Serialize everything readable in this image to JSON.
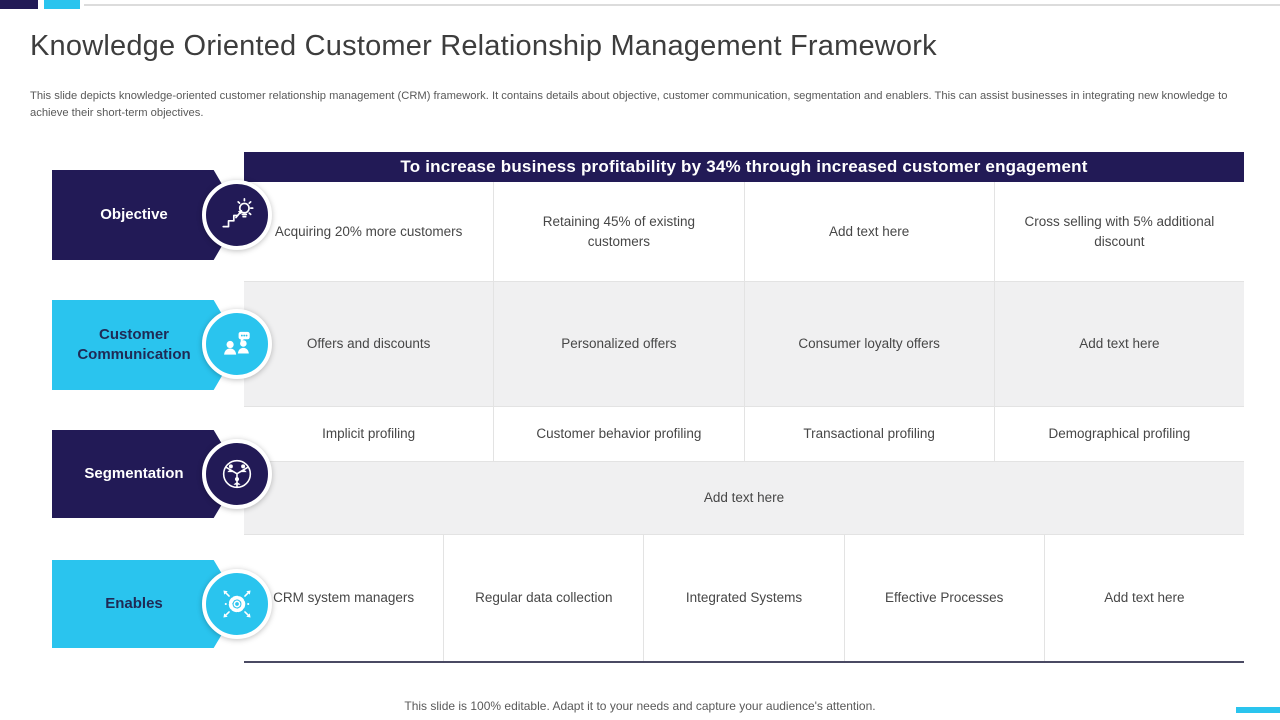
{
  "slide": {
    "title": "Knowledge Oriented Customer Relationship Management Framework",
    "description": "This slide depicts knowledge-oriented customer relationship management (CRM) framework. It contains details about objective, customer communication, segmentation and enablers. This can assist businesses in integrating new knowledge to achieve their short-term objectives.",
    "footer": "This slide is 100% editable. Adapt it to your needs and capture your audience's attention."
  },
  "colors": {
    "navy": "#221a56",
    "cyan": "#2ac4ee",
    "alt_row_bg": "#f0f0f1",
    "grid_line": "#e3e3e3",
    "table_bottom_border": "#4a4a63"
  },
  "banner": {
    "text": "To increase business profitability by 34% through increased customer engagement"
  },
  "rows": [
    {
      "label": "Objective",
      "icon": "bulb-growth-icon",
      "color": "navy",
      "cells": [
        "Acquiring 20% more customers",
        "Retaining 45% of existing customers",
        "Add text here",
        "Cross selling with 5% additional discount"
      ]
    },
    {
      "label": "Customer Communication",
      "icon": "people-chat-icon",
      "color": "cyan",
      "cells": [
        "Offers and discounts",
        "Personalized offers",
        "Consumer loyalty offers",
        "Add text here"
      ]
    },
    {
      "label": "Segmentation",
      "icon": "segmentation-icon",
      "color": "navy",
      "profiling": [
        "Implicit profiling",
        "Customer behavior profiling",
        "Transactional profiling",
        "Demographical profiling"
      ],
      "placeholder": "Add text here"
    },
    {
      "label": "Enables",
      "icon": "gear-network-icon",
      "color": "cyan",
      "cells": [
        "CRM system managers",
        "Regular data collection",
        "Integrated Systems",
        "Effective Processes",
        "Add text here"
      ]
    }
  ]
}
